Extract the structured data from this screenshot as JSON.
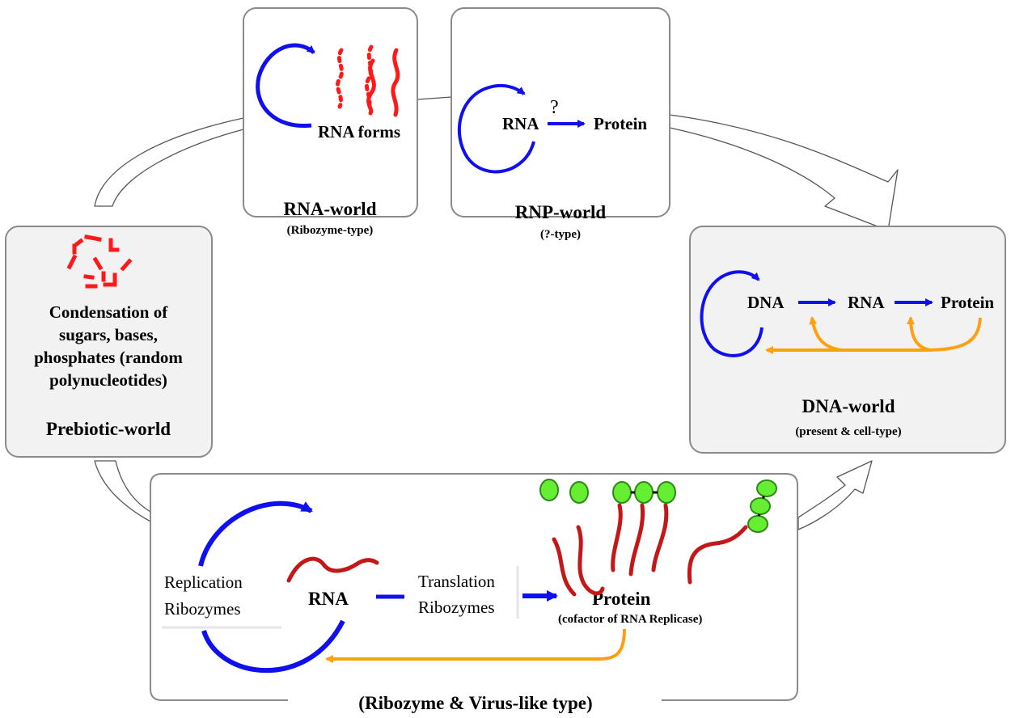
{
  "colors": {
    "replication_arrow": "#1010ee",
    "rna_strand_light": "#ff1a1a",
    "rna_strand_dark": "#c41818",
    "feedback_arrow": "#ffa010",
    "amino_acid_fill": "#66ee33",
    "amino_acid_stroke": "#2e8a16",
    "panel_fill_grey": "#f2f2f2",
    "panel_border": "#8a8a8a"
  },
  "prebiotic": {
    "lines": [
      "Condensation of",
      "sugars, bases,",
      "phosphates (random",
      "polynucleotides)"
    ],
    "title": "Prebiotic-world"
  },
  "rna_world": {
    "label": "RNA forms",
    "title": "RNA-world",
    "subtitle": "(Ribozyme-type)"
  },
  "rnp_world": {
    "rna": "RNA",
    "question": "?",
    "protein": "Protein",
    "title": "RNP-world",
    "subtitle": "(?-type)"
  },
  "dna_world": {
    "dna": "DNA",
    "rna": "RNA",
    "protein": "Protein",
    "title": "DNA-world",
    "subtitle": "(present & cell-type)"
  },
  "ribozyme_virus": {
    "replication_1": "Replication",
    "replication_2": "Ribozymes",
    "rna": "RNA",
    "translation_1": "Translation",
    "translation_2": "Ribozymes",
    "protein": "Protein",
    "protein_note": "(cofactor of RNA Replicase)",
    "title": "(Ribozyme & Virus-like type)"
  }
}
